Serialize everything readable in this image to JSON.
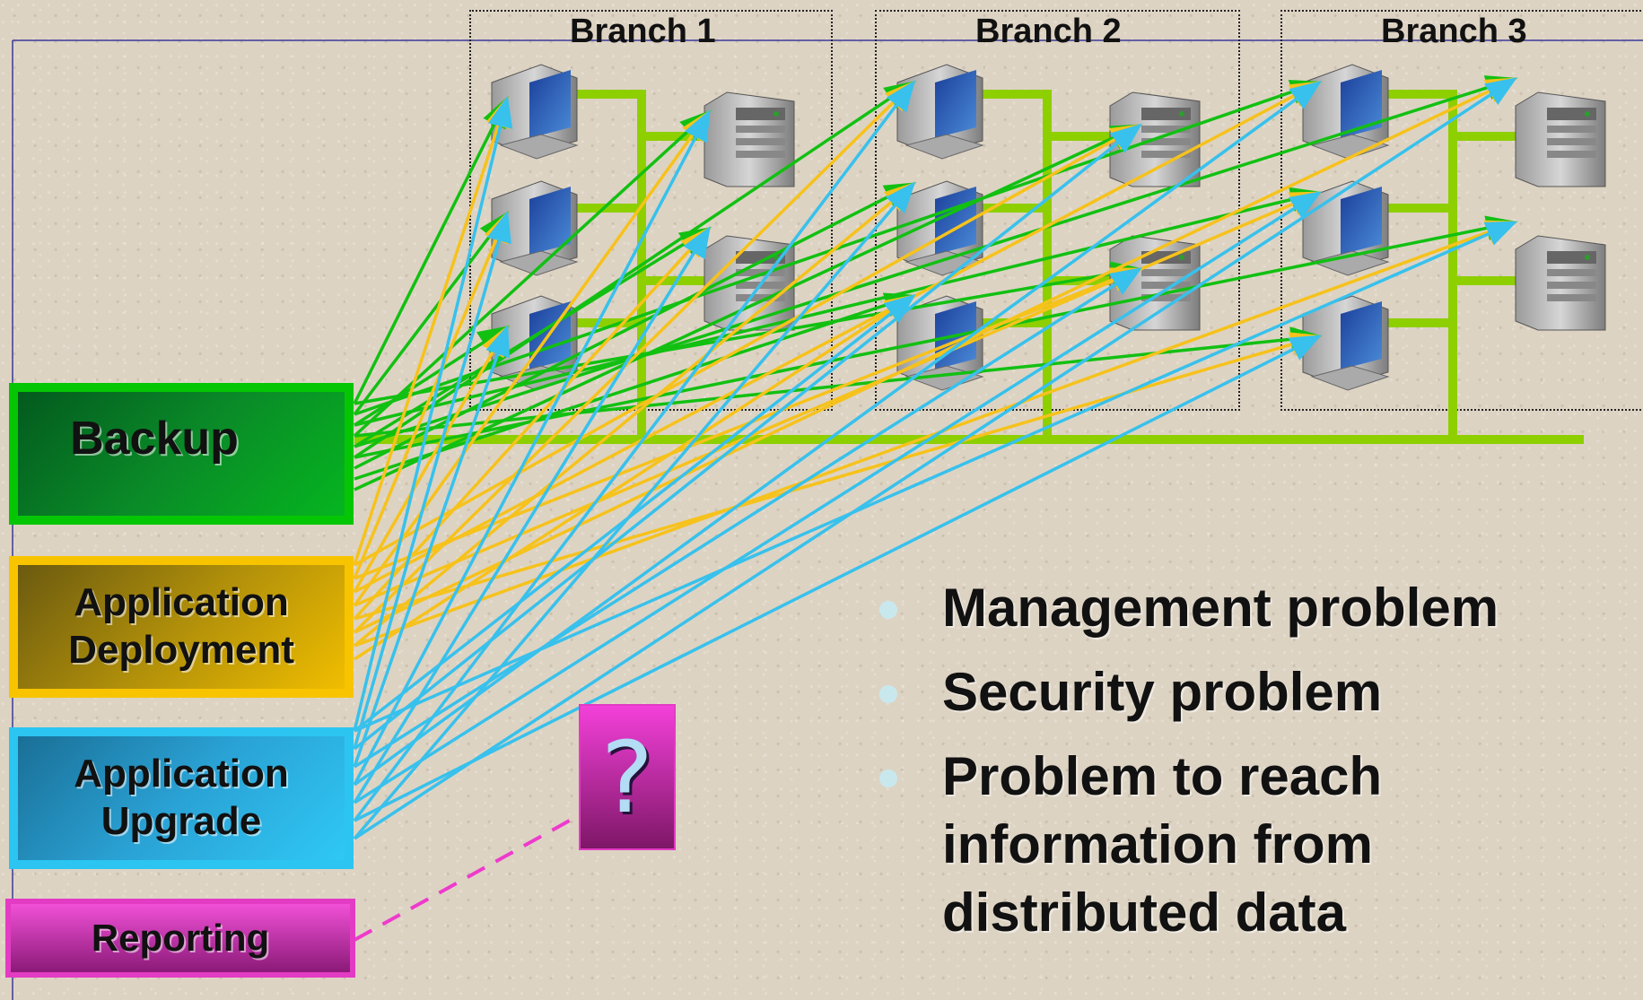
{
  "branches": [
    {
      "title": "Branch 1"
    },
    {
      "title": "Branch 2"
    },
    {
      "title": "Branch 3"
    }
  ],
  "tasks": {
    "backup": {
      "label": "Backup",
      "color": "#05c605"
    },
    "deployment": {
      "label": "Application\nDeployment",
      "color": "#f8c400"
    },
    "upgrade": {
      "label": "Application\nUpgrade",
      "color": "#2cc5f2"
    },
    "reporting": {
      "label": "Reporting",
      "color": "#e33bc4"
    }
  },
  "question_mark": "?",
  "problems": [
    "Management problem",
    "Security problem",
    "Problem to reach information from distributed data"
  ],
  "colors": {
    "network_line": "#8ecf00",
    "backup_arrow": "#12c012",
    "deployment_arrow": "#f6c21c",
    "upgrade_arrow": "#38c1ec",
    "reporting_dash": "#ee3bcc"
  },
  "icons": [
    "workstation-icon",
    "server-icon"
  ]
}
